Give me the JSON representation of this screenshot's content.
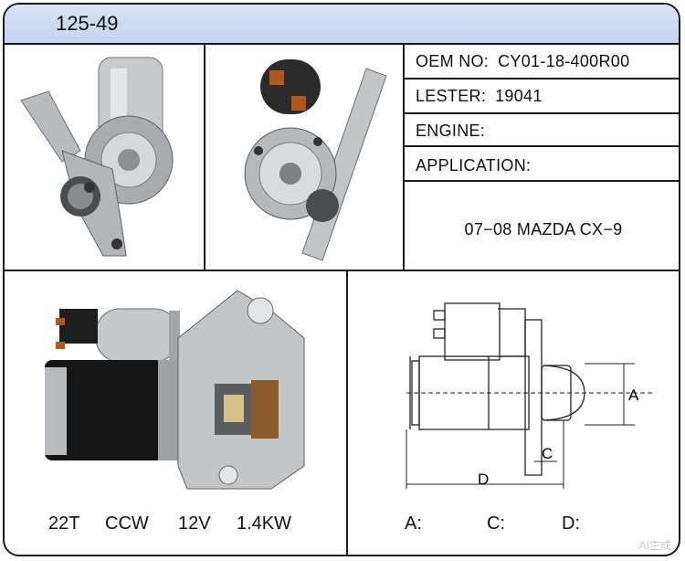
{
  "header": {
    "title": "125-49"
  },
  "specs": {
    "oem_label": "OEM NO:",
    "oem_value": "CY01-18-400R00",
    "lester_label": "LESTER:",
    "lester_value": "19041",
    "engine_label": "ENGINE:",
    "engine_value": "",
    "application_label": "APPLICATION:",
    "application_value": "07−08 MAZDA CX−9"
  },
  "ratings": {
    "teeth": "22T",
    "rotation": "CCW",
    "voltage": "12V",
    "power": "1.4KW"
  },
  "drawing": {
    "label_a": "A",
    "label_c": "C",
    "label_d": "D"
  },
  "dimensions": {
    "a_label": "A:",
    "c_label": "C:",
    "d_label": "D:"
  },
  "watermark": "AI生成",
  "colors": {
    "header_bg": "#c7d3ef",
    "border": "#1a1a1a"
  }
}
